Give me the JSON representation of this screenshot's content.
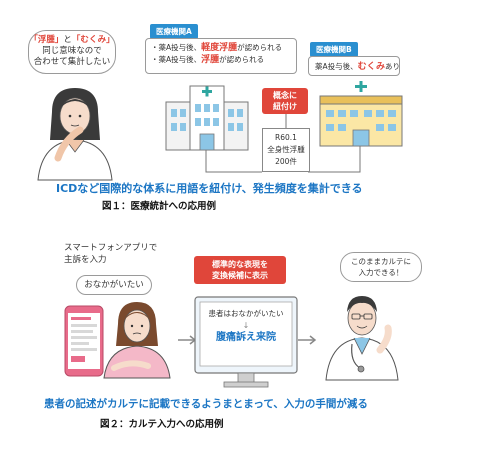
{
  "figure1": {
    "woman_bubble": {
      "line1_part1": "「浮腫」",
      "line1_part2": "と",
      "line1_part3": "「むくみ」",
      "line2": "同じ意味なので",
      "line3": "合わせて集計したい"
    },
    "hospital_a": {
      "tag": "医療機関A",
      "line1_prefix": "・薬A投与後、",
      "line1_red": "軽度浮腫",
      "line1_suffix": "が認められる",
      "line2_prefix": "・薬A投与後、",
      "line2_red": "浮腫",
      "line2_suffix": "が認められる"
    },
    "hospital_b": {
      "tag": "医療機関B",
      "line1_prefix": "薬A投与後、",
      "line1_red": "むくみ",
      "line1_suffix": "あり"
    },
    "concept_box": {
      "line1": "概念に",
      "line2": "紐付け"
    },
    "code_box": {
      "line1": "R60.1",
      "line2": "全身性浮腫",
      "line3": "200件"
    },
    "summary": "ICDなど国際的な体系に用語を紐付け、発生頻度を集計できる",
    "caption": "図１：医療統計への応用例"
  },
  "figure2": {
    "smartphone_text": {
      "line1": "スマートフォンアプリで",
      "line2": "主訴を入力"
    },
    "patient_bubble": "おなかがいたい",
    "conversion_box": {
      "line1": "標準的な表現を",
      "line2": "変換候補に表示"
    },
    "monitor": {
      "line1": "患者はおなかがいたい",
      "line2": "↓",
      "line3": "腹痛訴え来院"
    },
    "doctor_bubble": {
      "line1": "このままカルテに",
      "line2": "入力できる！"
    },
    "summary": "患者の記述がカルテに記載できるようまとまって、入力の手間が減る",
    "caption": "図２：カルテ入力への応用例"
  }
}
